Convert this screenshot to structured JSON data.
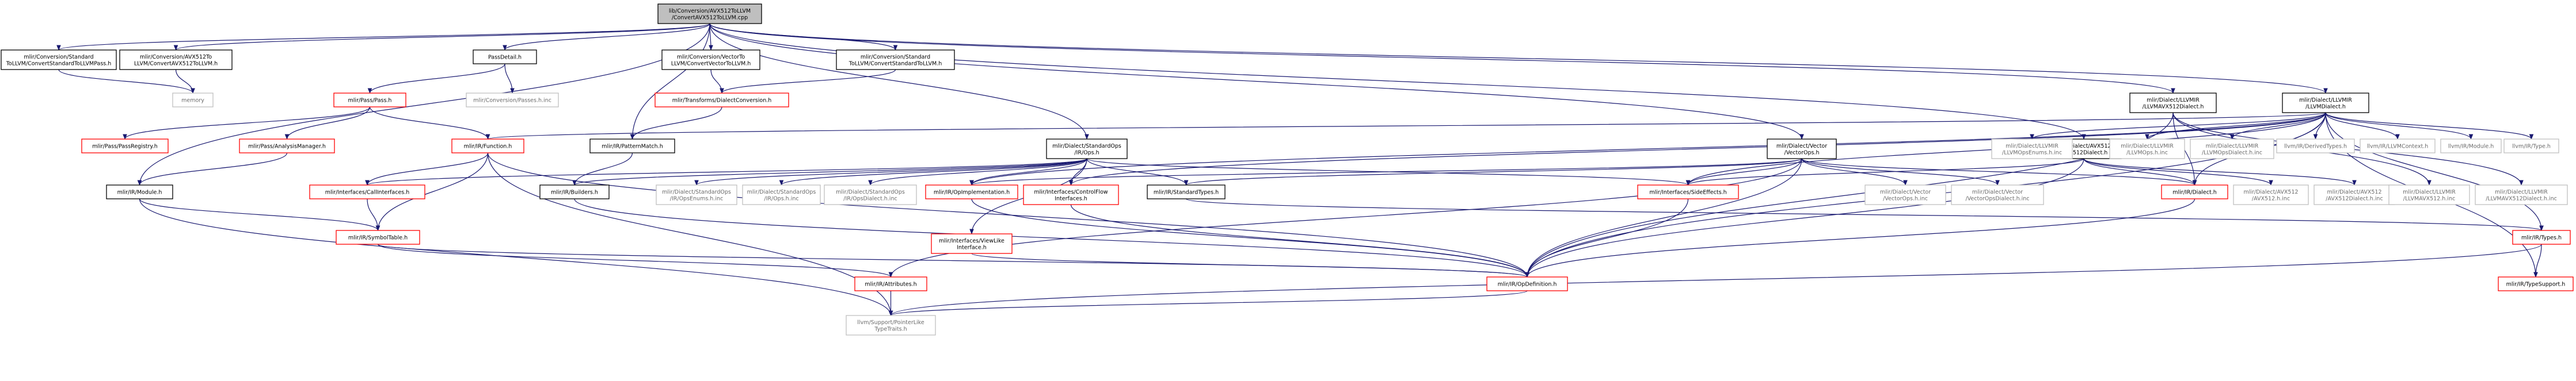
{
  "diagram": {
    "colors": {
      "edge_main": "#191970",
      "edge_secondary": "#8b1a1a",
      "edge_tertiary": "#a0a0a0",
      "node_border_normal": "#000000",
      "node_border_linked": "#ff0000",
      "node_border_external": "#bfbfbf",
      "root_fill": "#bfbfbf",
      "node_fill": "#ffffff",
      "text": "#000000"
    },
    "nodes": [
      {
        "id": "root",
        "lines": [
          "lib/Conversion/AVX512ToLLVM",
          "/ConvertAVX512ToLLVM.cpp"
        ],
        "kind": "root"
      },
      {
        "id": "convStdPass",
        "lines": [
          "mlir/Conversion/Standard",
          "ToLLVM/ConvertStandardToLLVMPass.h"
        ],
        "kind": "normal"
      },
      {
        "id": "convAvxH",
        "lines": [
          "mlir/Conversion/AVX512To",
          "LLVM/ConvertAVX512ToLLVM.h"
        ],
        "kind": "normal"
      },
      {
        "id": "memory",
        "lines": [
          "memory"
        ],
        "kind": "external"
      },
      {
        "id": "passDetail",
        "lines": [
          "PassDetail.h"
        ],
        "kind": "normal"
      },
      {
        "id": "passesInc",
        "lines": [
          "mlir/Conversion/Passes.h.inc"
        ],
        "kind": "external"
      },
      {
        "id": "passPass",
        "lines": [
          "mlir/Pass/Pass.h"
        ],
        "kind": "linked"
      },
      {
        "id": "passRegistry",
        "lines": [
          "mlir/Pass/PassRegistry.h"
        ],
        "kind": "linked"
      },
      {
        "id": "analysisMgr",
        "lines": [
          "mlir/Pass/AnalysisManager.h"
        ],
        "kind": "linked"
      },
      {
        "id": "irModule",
        "lines": [
          "mlir/IR/Module.h"
        ],
        "kind": "normal"
      },
      {
        "id": "convVector",
        "lines": [
          "mlir/Conversion/VectorTo",
          "LLVM/ConvertVectorToLLVM.h"
        ],
        "kind": "normal"
      },
      {
        "id": "convStdH",
        "lines": [
          "mlir/Conversion/Standard",
          "ToLLVM/ConvertStandardToLLVM.h"
        ],
        "kind": "normal"
      },
      {
        "id": "dialectConv",
        "lines": [
          "mlir/Transforms/DialectConversion.h"
        ],
        "kind": "linked"
      },
      {
        "id": "irFunction",
        "lines": [
          "mlir/IR/Function.h"
        ],
        "kind": "linked"
      },
      {
        "id": "patternMatch",
        "lines": [
          "mlir/IR/PatternMatch.h"
        ],
        "kind": "normal"
      },
      {
        "id": "callIfaces",
        "lines": [
          "mlir/Interfaces/CallInterfaces.h"
        ],
        "kind": "linked"
      },
      {
        "id": "builders",
        "lines": [
          "mlir/IR/Builders.h"
        ],
        "kind": "normal"
      },
      {
        "id": "symbolTable",
        "lines": [
          "mlir/IR/SymbolTable.h"
        ],
        "kind": "linked"
      },
      {
        "id": "stdOps",
        "lines": [
          "mlir/Dialect/StandardOps",
          "/IR/Ops.h"
        ],
        "kind": "normal"
      },
      {
        "id": "stdOpsEnums",
        "lines": [
          "mlir/Dialect/StandardOps",
          "/IR/OpsEnums.h.inc"
        ],
        "kind": "external"
      },
      {
        "id": "stdOpsInc",
        "lines": [
          "mlir/Dialect/StandardOps",
          "/IR/Ops.h.inc"
        ],
        "kind": "external"
      },
      {
        "id": "stdOpsDialectInc",
        "lines": [
          "mlir/Dialect/StandardOps",
          "/IR/OpsDialect.h.inc"
        ],
        "kind": "external"
      },
      {
        "id": "opImpl",
        "lines": [
          "mlir/IR/OpImplementation.h"
        ],
        "kind": "linked"
      },
      {
        "id": "ctrlFlow",
        "lines": [
          "mlir/Interfaces/ControlFlow",
          "Interfaces.h"
        ],
        "kind": "linked"
      },
      {
        "id": "viewLike",
        "lines": [
          "mlir/Interfaces/ViewLike",
          "Interface.h"
        ],
        "kind": "linked"
      },
      {
        "id": "stdTypes",
        "lines": [
          "mlir/IR/StandardTypes.h"
        ],
        "kind": "normal"
      },
      {
        "id": "attributes",
        "lines": [
          "mlir/IR/Attributes.h"
        ],
        "kind": "linked"
      },
      {
        "id": "opDef",
        "lines": [
          "mlir/IR/OpDefinition.h"
        ],
        "kind": "linked"
      },
      {
        "id": "pointerLike",
        "lines": [
          "llvm/Support/PointerLike",
          "TypeTraits.h"
        ],
        "kind": "external"
      },
      {
        "id": "vectorOps",
        "lines": [
          "mlir/Dialect/Vector",
          "/VectorOps.h"
        ],
        "kind": "normal"
      },
      {
        "id": "sideEffects",
        "lines": [
          "mlir/Interfaces/SideEffects.h"
        ],
        "kind": "linked"
      },
      {
        "id": "vectorOpsInc",
        "lines": [
          "mlir/Dialect/Vector",
          "/VectorOps.h.inc"
        ],
        "kind": "external"
      },
      {
        "id": "vectorOpsDialectInc",
        "lines": [
          "mlir/Dialect/Vector",
          "/VectorOpsDialect.h.inc"
        ],
        "kind": "external"
      },
      {
        "id": "avx512Dialect",
        "lines": [
          "mlir/Dialect/AVX512",
          "/AVX512Dialect.h"
        ],
        "kind": "normal"
      },
      {
        "id": "irDialect",
        "lines": [
          "mlir/IR/Dialect.h"
        ],
        "kind": "linked"
      },
      {
        "id": "avx512Inc",
        "lines": [
          "mlir/Dialect/AVX512",
          "/AVX512.h.inc"
        ],
        "kind": "external"
      },
      {
        "id": "avx512DialectInc",
        "lines": [
          "mlir/Dialect/AVX512",
          "/AVX512Dialect.h.inc"
        ],
        "kind": "external"
      },
      {
        "id": "irTypes",
        "lines": [
          "mlir/IR/Types.h"
        ],
        "kind": "linked"
      },
      {
        "id": "typeSupport",
        "lines": [
          "mlir/IR/TypeSupport.h"
        ],
        "kind": "linked"
      },
      {
        "id": "llvmDialect",
        "lines": [
          "mlir/Dialect/LLVMIR",
          "/LLVMDialect.h"
        ],
        "kind": "normal"
      },
      {
        "id": "llvmOpsInc",
        "lines": [
          "mlir/Dialect/LLVMIR",
          "/LLVMOps.h.inc"
        ],
        "kind": "external"
      },
      {
        "id": "llvmOpsDialectInc",
        "lines": [
          "mlir/Dialect/LLVMIR",
          "/LLVMOpsDialect.h.inc"
        ],
        "kind": "external"
      },
      {
        "id": "derivedTypes",
        "lines": [
          "llvm/IR/DerivedTypes.h"
        ],
        "kind": "external"
      },
      {
        "id": "llvmContext",
        "lines": [
          "llvm/IR/LLVMContext.h"
        ],
        "kind": "external"
      },
      {
        "id": "llvmModule",
        "lines": [
          "llvm/IR/Module.h"
        ],
        "kind": "external"
      },
      {
        "id": "llvmType",
        "lines": [
          "llvm/IR/Type.h"
        ],
        "kind": "external"
      },
      {
        "id": "llvmOpsEnums",
        "lines": [
          "mlir/Dialect/LLVMIR",
          "/LLVMOpsEnums.h.inc"
        ],
        "kind": "external"
      },
      {
        "id": "llvmAvx512Dialect",
        "lines": [
          "mlir/Dialect/LLVMIR",
          "/LLVMAVX512Dialect.h"
        ],
        "kind": "normal"
      },
      {
        "id": "llvmAvx512Inc",
        "lines": [
          "mlir/Dialect/LLVMIR",
          "/LLVMAVX512.h.inc"
        ],
        "kind": "external"
      },
      {
        "id": "llvmAvx512DialectInc",
        "lines": [
          "mlir/Dialect/LLVMIR",
          "/LLVMAVX512Dialect.h.inc"
        ],
        "kind": "external"
      }
    ],
    "edges": [
      [
        "root",
        "convStdPass",
        "main"
      ],
      [
        "root",
        "convAvxH",
        "main"
      ],
      [
        "root",
        "passDetail",
        "main"
      ],
      [
        "root",
        "convVector",
        "main"
      ],
      [
        "root",
        "convStdH",
        "main"
      ],
      [
        "root",
        "stdOps",
        "main"
      ],
      [
        "root",
        "patternMatch",
        "main"
      ],
      [
        "root",
        "vectorOps",
        "main"
      ],
      [
        "root",
        "avx512Dialect",
        "main"
      ],
      [
        "root",
        "llvmDialect",
        "main"
      ],
      [
        "root",
        "llvmAvx512Dialect",
        "main"
      ],
      [
        "root",
        "irModule",
        "main"
      ],
      [
        "convStdPass",
        "memory",
        "main"
      ],
      [
        "convAvxH",
        "memory",
        "main"
      ],
      [
        "passDetail",
        "passPass",
        "main"
      ],
      [
        "passDetail",
        "passesInc",
        "main"
      ],
      [
        "passPass",
        "passRegistry",
        "main"
      ],
      [
        "passPass",
        "analysisMgr",
        "main"
      ],
      [
        "passPass",
        "irFunction",
        "main"
      ],
      [
        "analysisMgr",
        "irModule",
        "main"
      ],
      [
        "convVector",
        "dialectConv",
        "main"
      ],
      [
        "convStdH",
        "dialectConv",
        "main"
      ],
      [
        "dialectConv",
        "patternMatch",
        "main"
      ],
      [
        "patternMatch",
        "builders",
        "main"
      ],
      [
        "irFunction",
        "callIfaces",
        "main"
      ],
      [
        "irFunction",
        "symbolTable",
        "main"
      ],
      [
        "irFunction",
        "opDef",
        "main"
      ],
      [
        "irFunction",
        "pointerLike",
        "main"
      ],
      [
        "irModule",
        "symbolTable",
        "main"
      ],
      [
        "irModule",
        "pointerLike",
        "main"
      ],
      [
        "callIfaces",
        "symbolTable",
        "main"
      ],
      [
        "symbolTable",
        "attributes",
        "main"
      ],
      [
        "symbolTable",
        "opDef",
        "main"
      ],
      [
        "builders",
        "opDef",
        "main"
      ],
      [
        "stdOps",
        "callIfaces",
        "main"
      ],
      [
        "stdOps",
        "builders",
        "main"
      ],
      [
        "stdOps",
        "stdOpsEnums",
        "main"
      ],
      [
        "stdOps",
        "stdOpsInc",
        "main"
      ],
      [
        "stdOps",
        "stdOpsDialectInc",
        "main"
      ],
      [
        "stdOps",
        "opImpl",
        "main"
      ],
      [
        "stdOps",
        "ctrlFlow",
        "main"
      ],
      [
        "stdOps",
        "viewLike",
        "main"
      ],
      [
        "stdOps",
        "stdTypes",
        "main"
      ],
      [
        "stdOps",
        "sideEffects",
        "main"
      ],
      [
        "opImpl",
        "opDef",
        "main"
      ],
      [
        "ctrlFlow",
        "opDef",
        "main"
      ],
      [
        "viewLike",
        "opDef",
        "main"
      ],
      [
        "stdTypes",
        "irTypes",
        "main"
      ],
      [
        "sideEffects",
        "opDef",
        "main"
      ],
      [
        "attributes",
        "pointerLike",
        "main"
      ],
      [
        "opDef",
        "pointerLike",
        "main"
      ],
      [
        "vectorOps",
        "attributes",
        "main"
      ],
      [
        "vectorOps",
        "opImpl",
        "main"
      ],
      [
        "vectorOps",
        "stdTypes",
        "main"
      ],
      [
        "vectorOps",
        "sideEffects",
        "main"
      ],
      [
        "vectorOps",
        "vectorOpsInc",
        "main"
      ],
      [
        "vectorOps",
        "vectorOpsDialectInc",
        "main"
      ],
      [
        "vectorOps",
        "irDialect",
        "main"
      ],
      [
        "vectorOps",
        "opDef",
        "main"
      ],
      [
        "avx512Dialect",
        "irDialect",
        "main"
      ],
      [
        "avx512Dialect",
        "avx512Inc",
        "main"
      ],
      [
        "avx512Dialect",
        "avx512DialectInc",
        "main"
      ],
      [
        "avx512Dialect",
        "sideEffects",
        "main"
      ],
      [
        "avx512Dialect",
        "opDef",
        "main"
      ],
      [
        "irDialect",
        "opDef",
        "main"
      ],
      [
        "irTypes",
        "typeSupport",
        "main"
      ],
      [
        "irTypes",
        "pointerLike",
        "main"
      ],
      [
        "llvmDialect",
        "irFunction",
        "main"
      ],
      [
        "llvmDialect",
        "opImpl",
        "main"
      ],
      [
        "llvmDialect",
        "ctrlFlow",
        "main"
      ],
      [
        "llvmDialect",
        "sideEffects",
        "main"
      ],
      [
        "llvmDialect",
        "irDialect",
        "main"
      ],
      [
        "llvmDialect",
        "irTypes",
        "main"
      ],
      [
        "llvmDialect",
        "llvmOpsInc",
        "main"
      ],
      [
        "llvmDialect",
        "llvmOpsDialectInc",
        "main"
      ],
      [
        "llvmDialect",
        "derivedTypes",
        "main"
      ],
      [
        "llvmDialect",
        "llvmContext",
        "main"
      ],
      [
        "llvmDialect",
        "llvmModule",
        "main"
      ],
      [
        "llvmDialect",
        "llvmType",
        "main"
      ],
      [
        "llvmDialect",
        "llvmOpsEnums",
        "main"
      ],
      [
        "llvmDialect",
        "typeSupport",
        "main"
      ],
      [
        "llvmDialect",
        "opDef",
        "main"
      ],
      [
        "llvmAvx512Dialect",
        "irDialect",
        "main"
      ],
      [
        "llvmAvx512Dialect",
        "opDef",
        "main"
      ],
      [
        "llvmAvx512Dialect",
        "llvmAvx512Inc",
        "main"
      ],
      [
        "llvmAvx512Dialect",
        "llvmAvx512DialectInc",
        "main"
      ]
    ]
  }
}
